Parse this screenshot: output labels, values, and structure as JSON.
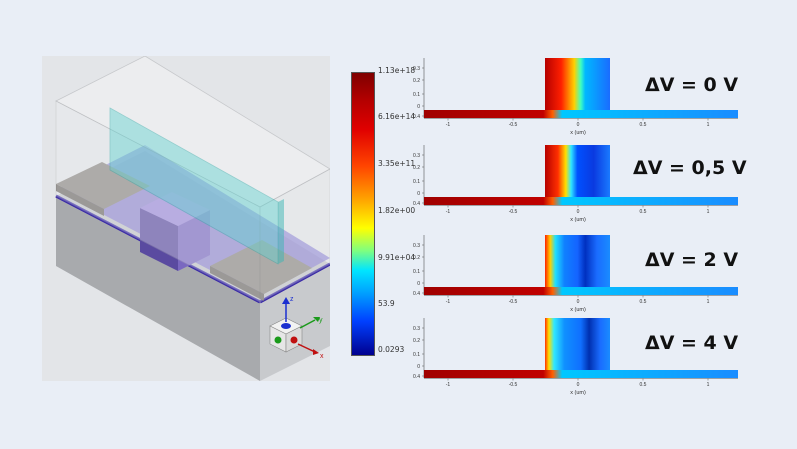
{
  "colorbar": {
    "labels": [
      "1.13e+18",
      "6.16e+14",
      "3.35e+11",
      "1.82e+00",
      "9.91e+04",
      "53.9",
      "0.0293"
    ]
  },
  "plots": [
    {
      "label": "ΔV = 0 V",
      "x_title": "x (um)"
    },
    {
      "label": "ΔV = 0,5 V",
      "x_title": "x (um)"
    },
    {
      "label": "ΔV = 2 V",
      "x_title": "x (um)"
    },
    {
      "label": "ΔV = 4 V",
      "x_title": "x (um)"
    }
  ],
  "axes": {
    "x_ticks": [
      "-1",
      "-0.5",
      "0",
      "0.5",
      "1"
    ],
    "y_ticks": [
      "0.3",
      "0.2",
      "0.1",
      "0",
      "0.4"
    ]
  },
  "triad": {
    "z": "z",
    "y": "y",
    "x": "x"
  }
}
